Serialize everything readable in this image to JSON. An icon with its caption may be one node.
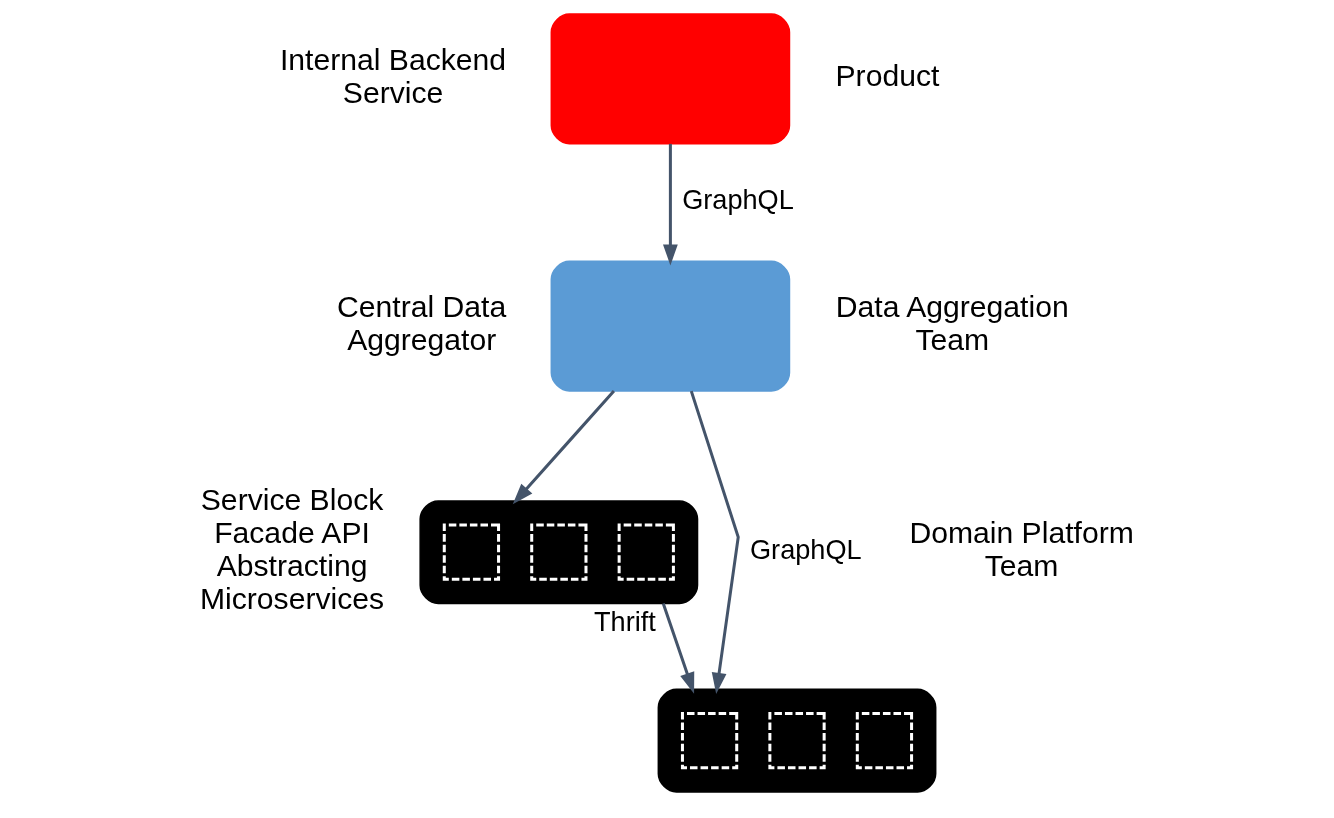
{
  "diagram": {
    "nodes": [
      {
        "text": [],
        "shape": "box",
        "beside": [
          "Internal Backend Service",
          "Product"
        ]
      },
      {
        "text": [],
        "shape": "box",
        "beside": [
          "Central Data Aggregator",
          "Data Aggregation Team"
        ]
      },
      {
        "text": [],
        "shape": "box",
        "beside": [
          "Service Block Facade API Abstracting Microservices"
        ]
      },
      {
        "text": [],
        "shape": "box",
        "in": 2
      },
      {
        "text": [],
        "shape": "box",
        "in": 2
      },
      {
        "text": [],
        "shape": "box",
        "in": 2
      },
      {
        "text": [],
        "shape": "box",
        "beside": [
          "Domain Platform Team"
        ]
      },
      {
        "text": [],
        "shape": "box",
        "in": 6
      },
      {
        "text": [],
        "shape": "box",
        "in": 6
      },
      {
        "text": [],
        "shape": "box",
        "in": 6
      }
    ],
    "edges": [
      {
        "from": 0,
        "to": 1,
        "arrow": "to",
        "label": "GraphQL"
      },
      {
        "from": 1,
        "to": 2,
        "arrow": "to"
      },
      {
        "from": 1,
        "to": 6,
        "arrow": "to",
        "label": "GraphQL"
      },
      {
        "from": 2,
        "to": 6,
        "arrow": "to",
        "label": "Thrift"
      }
    ]
  }
}
